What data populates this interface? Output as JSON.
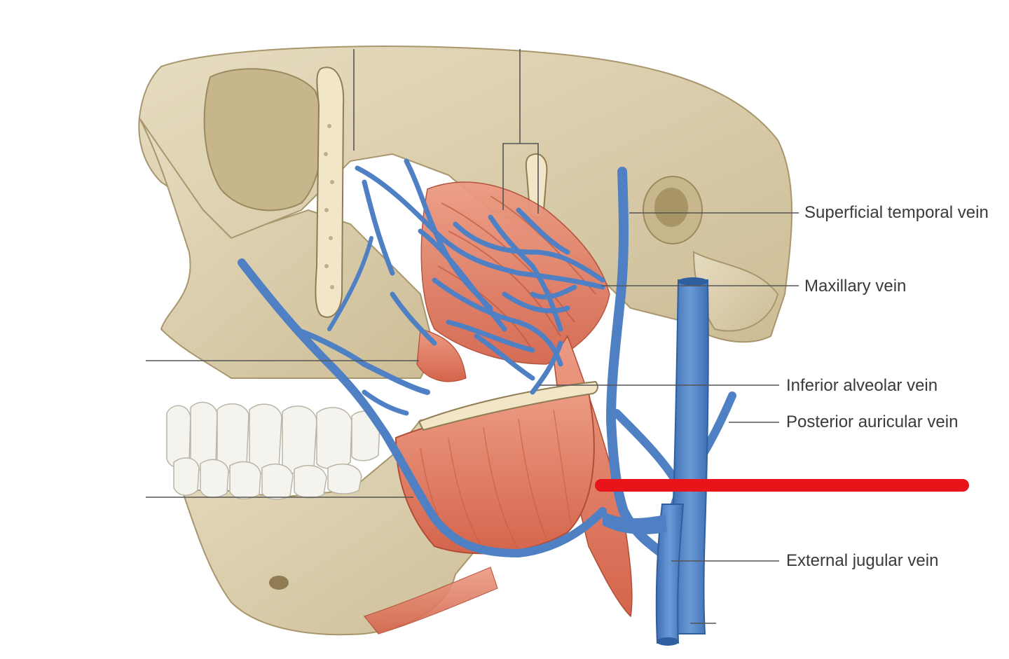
{
  "labels": {
    "superficial_temporal_vein": "Superficial temporal vein",
    "maxillary_vein": "Maxillary vein",
    "inferior_alveolar_vein": "Inferior alveolar vein",
    "posterior_auricular_vein": "Posterior auricular vein",
    "external_jugular_vein": "External jugular vein"
  },
  "colors": {
    "bone": "#ddd0b0",
    "bone_shadow": "#b9a982",
    "vein": "#5585c8",
    "vein_dark": "#2f5f9f",
    "muscle": "#e07a62",
    "tooth": "#f2f2ec",
    "leader": "#555555",
    "redaction": "#e8141a"
  }
}
